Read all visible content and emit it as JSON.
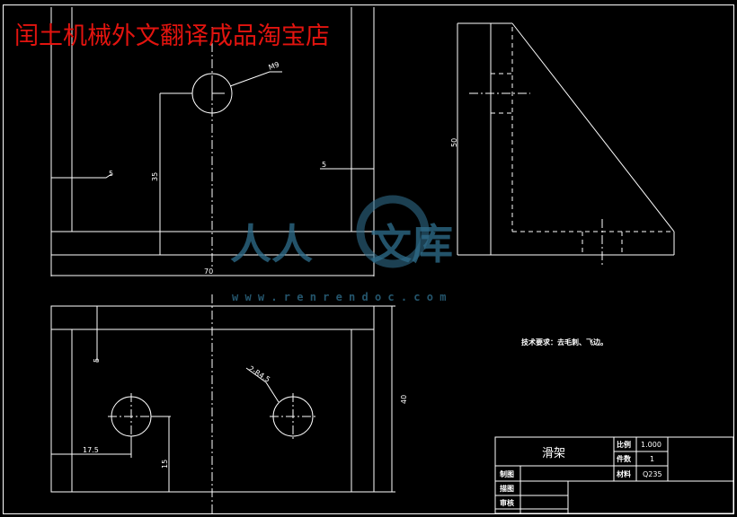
{
  "watermark": {
    "shop_title": "闰土机械外文翻译成品淘宝店",
    "logo_left": "人人",
    "logo_right": "文库",
    "url": "w w w . r e n r e n d o c . c o m"
  },
  "dimensions": {
    "thread": "M9",
    "left_margin": "5",
    "right_margin": "5",
    "hole_height": "35",
    "overall_width": "70",
    "side_height": "50",
    "top_view_margin": "5",
    "holes": "2-R4.5",
    "top_view_height": "40",
    "hole_offset_x": "17.5",
    "hole_offset_y": "15"
  },
  "notes": {
    "technical_requirements": "技术要求：去毛刺、飞边。"
  },
  "title_block": {
    "part_name": "滑架",
    "scale_label": "比例",
    "scale_value": "1.000",
    "quantity_label": "件数",
    "quantity_value": "1",
    "material_label": "材料",
    "material_value": "Q235",
    "drawn_label": "制图",
    "traced_label": "描图",
    "checked_label": "审核"
  }
}
